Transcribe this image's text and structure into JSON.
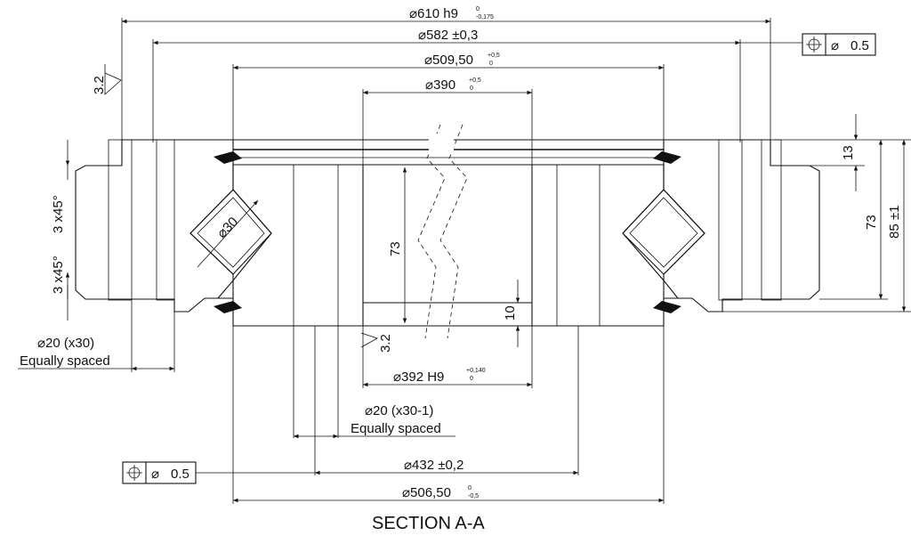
{
  "drawing": {
    "section_title": "SECTION A-A",
    "dims": {
      "d610": {
        "main": "⌀610 h9",
        "tol_upper": "0",
        "tol_lower": "-0,175"
      },
      "d582": {
        "main": "⌀582 ±0,3"
      },
      "d509": {
        "main": "⌀509,50",
        "tol_upper": "+0,5",
        "tol_lower": "0"
      },
      "d390": {
        "main": "⌀390",
        "tol_upper": "+0,5",
        "tol_lower": "0"
      },
      "d392": {
        "main": "⌀392 H9",
        "tol_upper": "+0,140",
        "tol_lower": "0"
      },
      "d20_holes_outer": {
        "line1": "⌀20 (x30)",
        "line2": "Equally spaced"
      },
      "d20_holes_inner": {
        "line1": "⌀20 (x30-1)",
        "line2": "Equally spaced"
      },
      "d432": {
        "main": "⌀432 ±0,2"
      },
      "d506": {
        "main": "⌀506,50",
        "tol_upper": "0",
        "tol_lower": "-0,5"
      },
      "roller": {
        "main": "⌀30"
      },
      "h13": "13",
      "h73_outer": "73",
      "h85": "85 ±1",
      "h73_inner": "73",
      "h10": "10",
      "chamfer_top": "3 x45°",
      "chamfer_bottom": "3 x45°",
      "roughness_top": "3.2",
      "roughness_bottom": "3.2"
    },
    "position_tolerance_top": {
      "symbol": "⊕",
      "diameter": "⌀",
      "value": "0.5"
    },
    "position_tolerance_bottom": {
      "symbol": "⊕",
      "diameter": "⌀",
      "value": "0.5"
    }
  }
}
